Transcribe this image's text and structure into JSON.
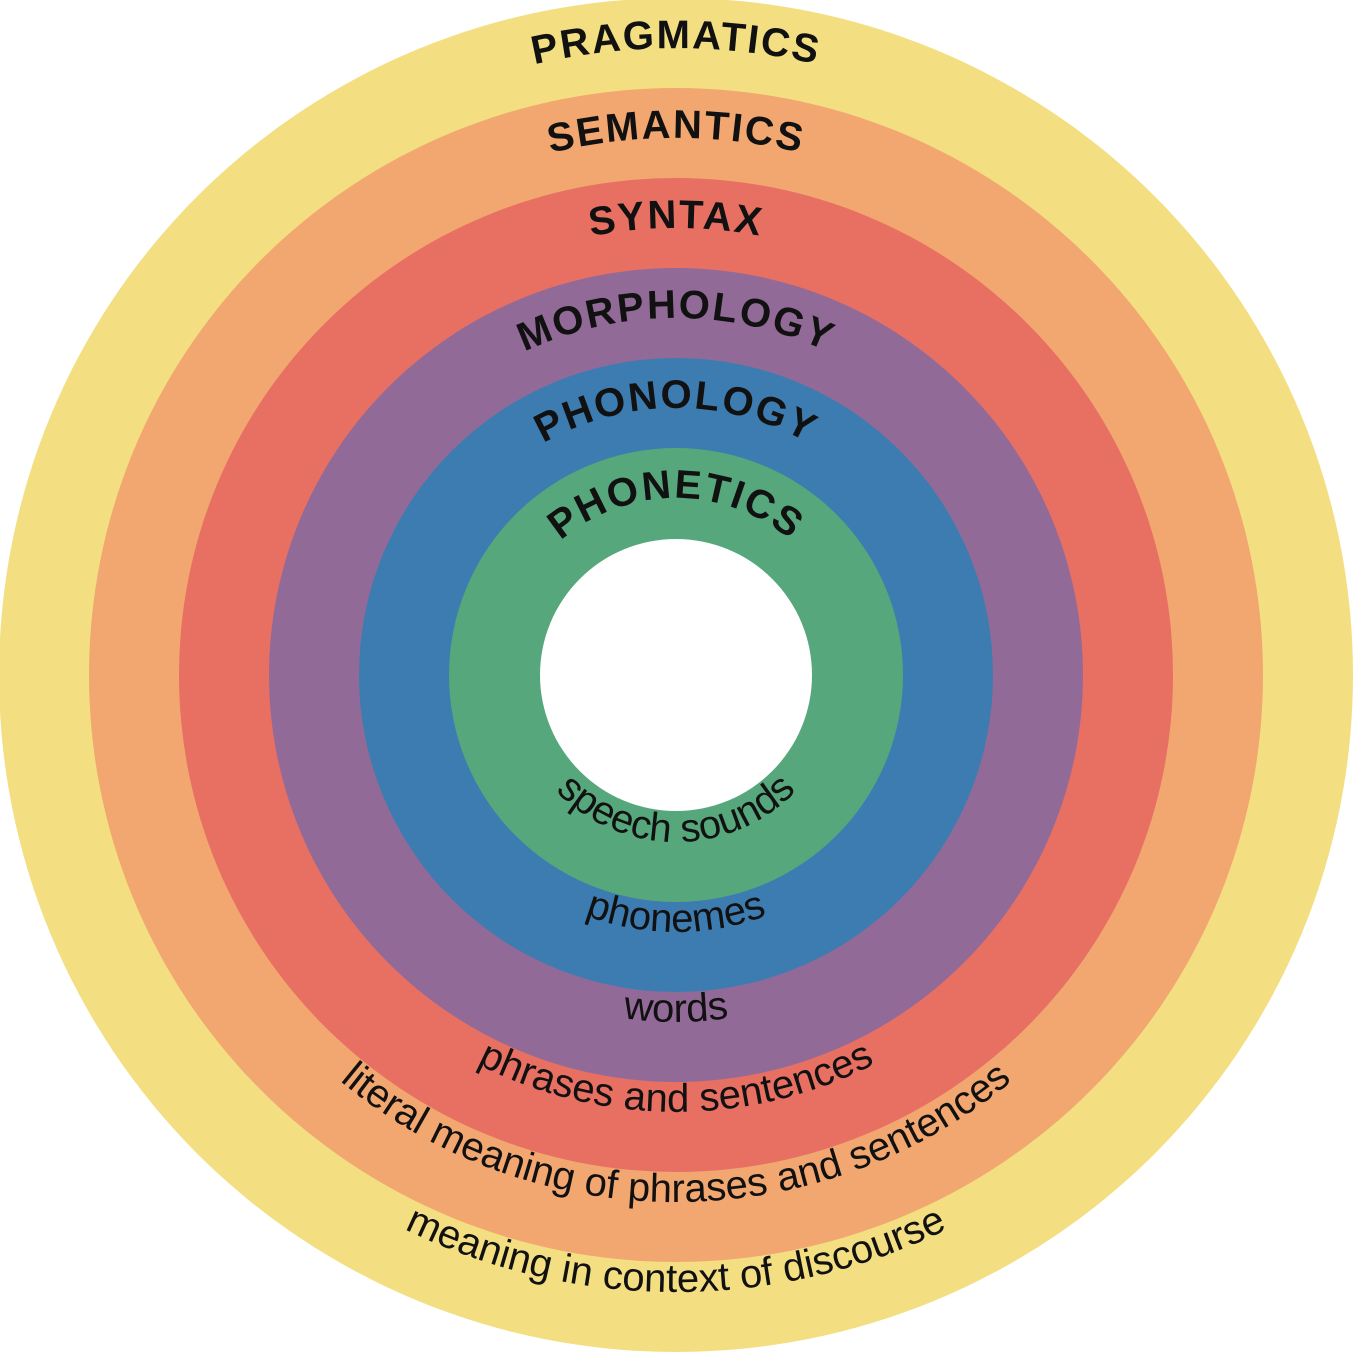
{
  "diagram": {
    "layers": [
      {
        "key": "pragmatics",
        "title": "PRAGMATICS",
        "description": "meaning in context of discourse",
        "color": "#F3DF81"
      },
      {
        "key": "semantics",
        "title": "SEMANTICS",
        "description": "literal meaning of phrases and sentences",
        "color": "#F2A770"
      },
      {
        "key": "syntax",
        "title": "SYNTAX",
        "description": "phrases and sentences",
        "color": "#E77063"
      },
      {
        "key": "morphology",
        "title": "MORPHOLOGY",
        "description": "words",
        "color": "#926A97"
      },
      {
        "key": "phonology",
        "title": "PHONOLOGY",
        "description": "phonemes",
        "color": "#3D7CB1"
      },
      {
        "key": "phonetics",
        "title": "PHONETICS",
        "description": "speech sounds",
        "color": "#56A77C"
      }
    ],
    "center_color": "#FFFFFF"
  }
}
